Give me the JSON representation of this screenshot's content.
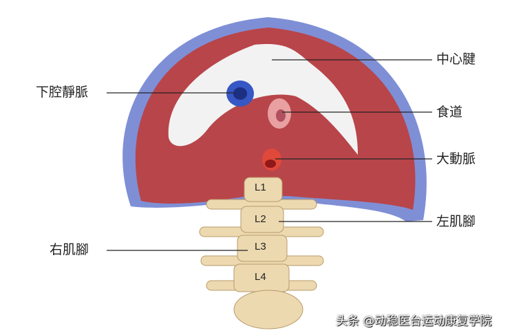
{
  "labels": {
    "central_tendon": "中心腱",
    "inferior_vena_cava": "下腔靜脈",
    "esophagus": "食道",
    "aorta": "大動脈",
    "left_crus": "左肌腳",
    "right_crus": "右肌腳"
  },
  "vertebrae": [
    "L1",
    "L2",
    "L3",
    "L4"
  ],
  "watermark": "头条 @动稳医台运动康复学院",
  "colors": {
    "muscle": "#b8454a",
    "tendon": "#f2f2f2",
    "rim": "#7f8fd6",
    "vein": "#3657c4",
    "esophagus": "#e8a0a0",
    "aorta": "#e0483a",
    "bone": "#ecd9b0"
  }
}
